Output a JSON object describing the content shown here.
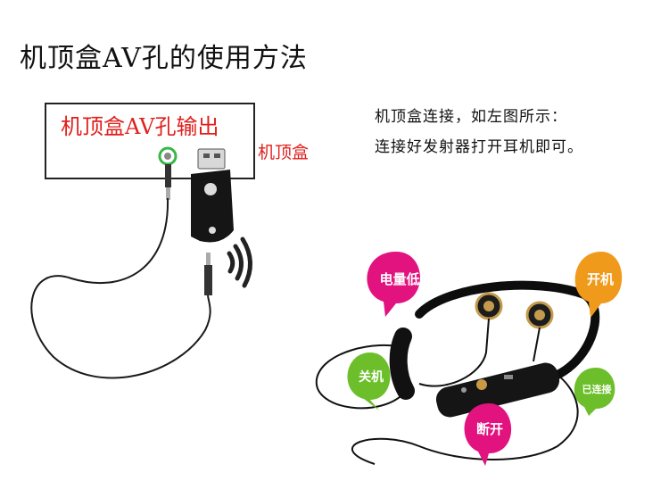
{
  "title": "机顶盒AV孔的使用方法",
  "set_top_box": {
    "av_output_label": "机顶盒AV孔输出",
    "device_label": "机顶盒"
  },
  "instructions": [
    "机顶盒连接，如左图所示：",
    "连接好发射器打开耳机即可。"
  ],
  "bubbles": {
    "low_battery": "电量低",
    "power_on": "开机",
    "power_off": "关机",
    "connected": "已连接",
    "disconnected": "断开"
  },
  "colors": {
    "accent_red": "#e0201c",
    "bubble_pink": "#e2127f",
    "bubble_orange": "#f09a1c",
    "bubble_green": "#6cbf2a"
  }
}
